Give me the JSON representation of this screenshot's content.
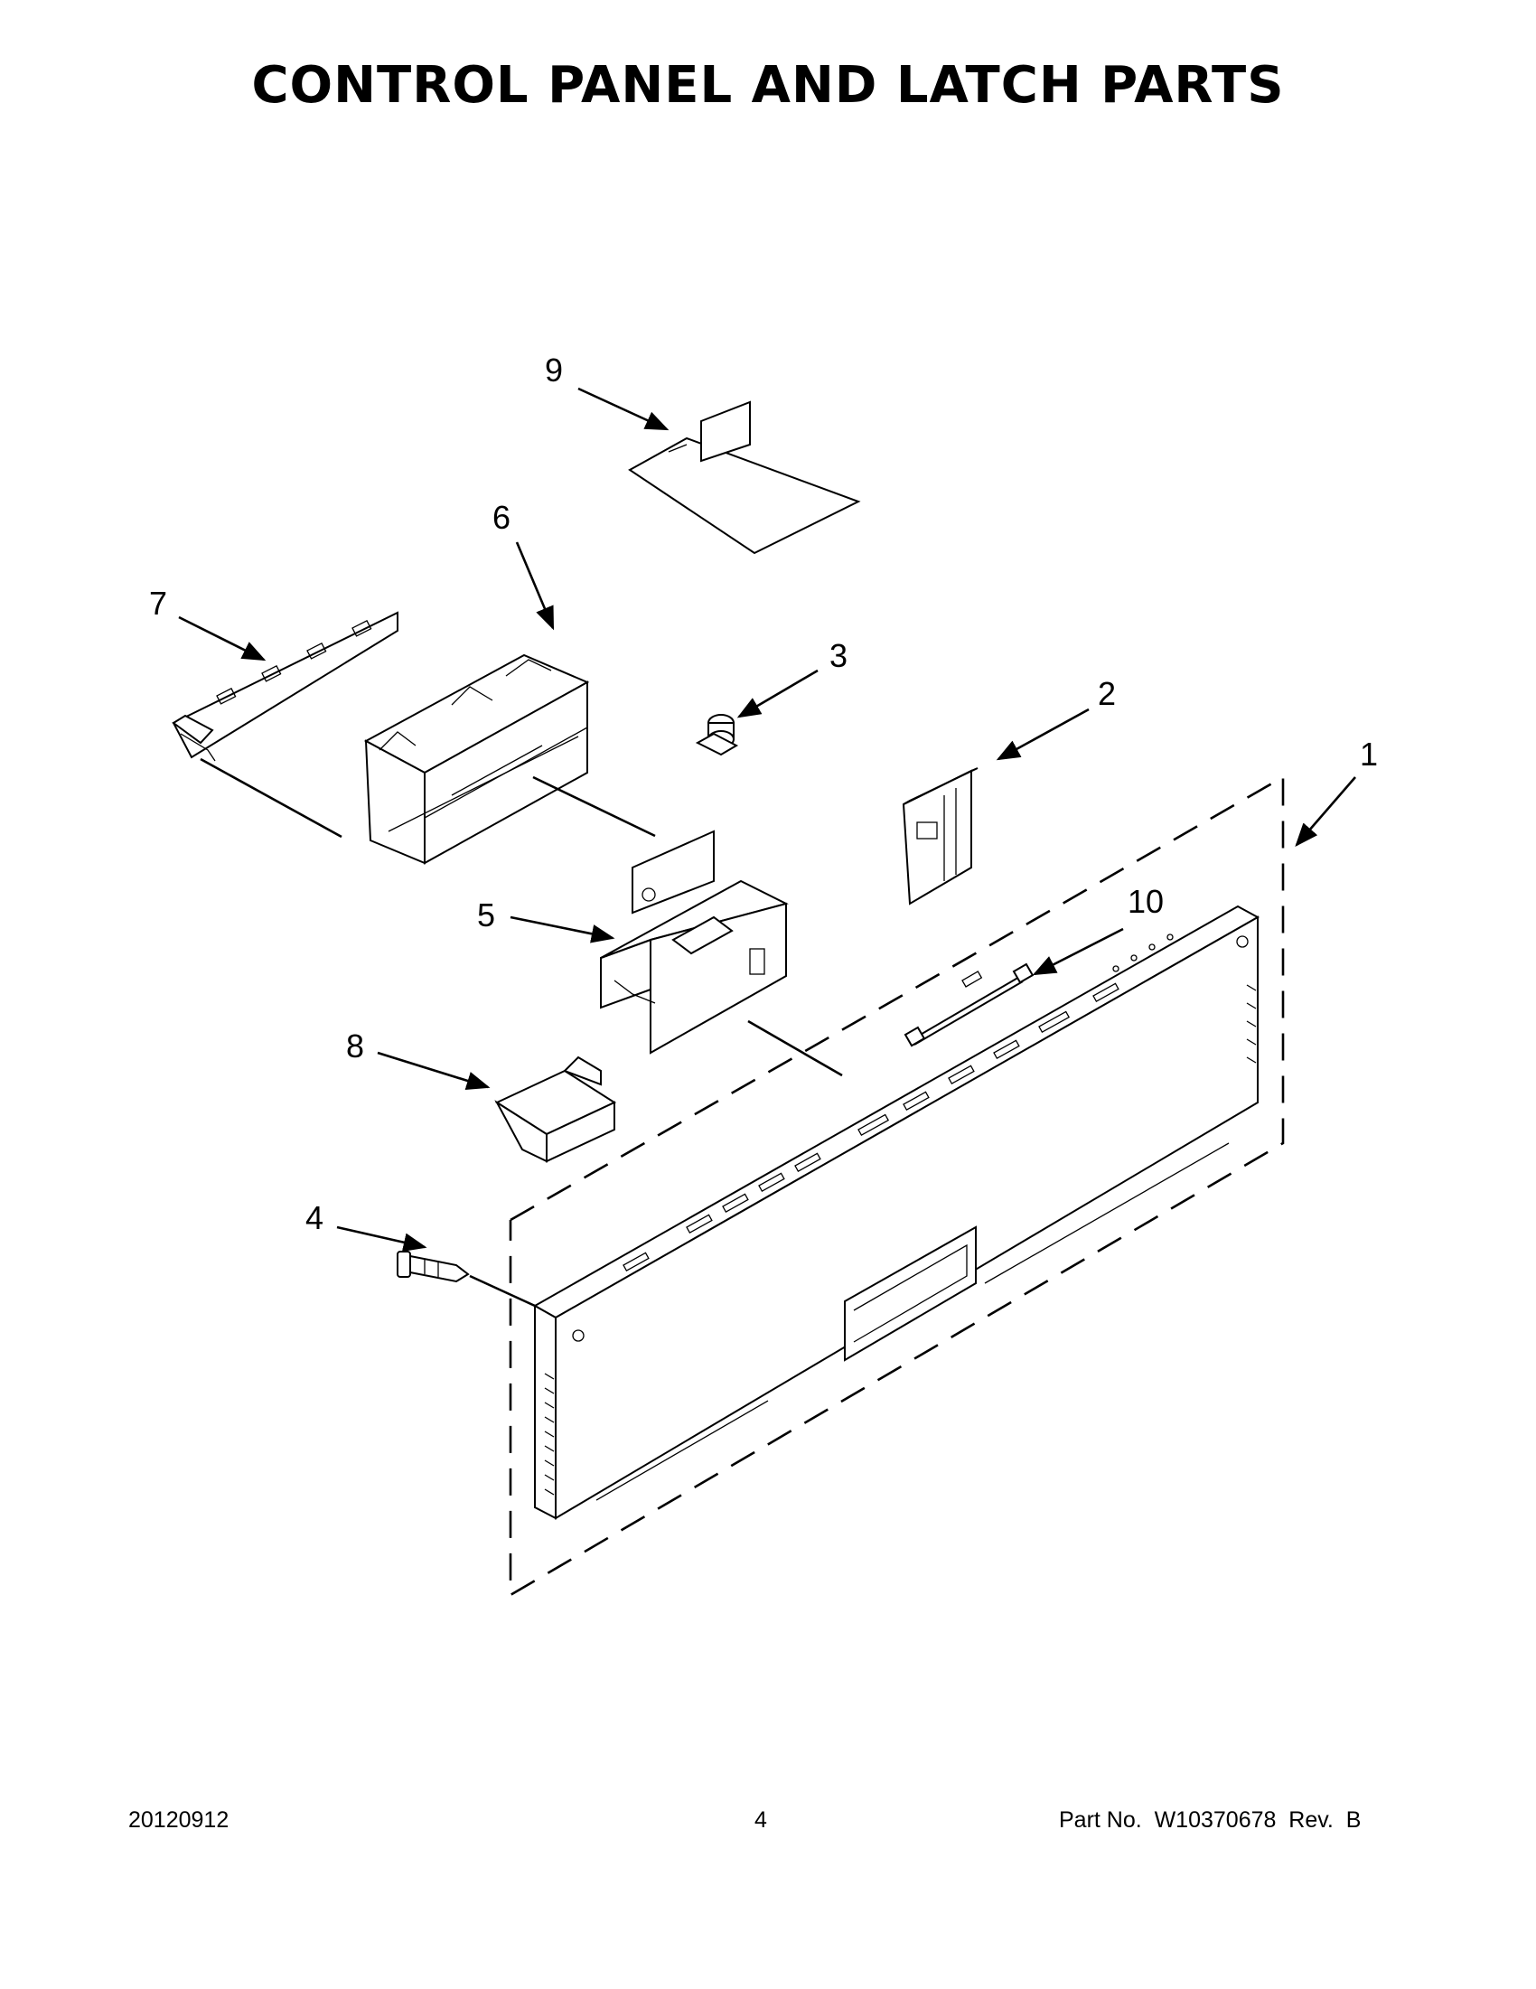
{
  "title": "CONTROL PANEL AND LATCH PARTS",
  "callouts": {
    "c1": "1",
    "c2": "2",
    "c3": "3",
    "c4": "4",
    "c5": "5",
    "c6": "6",
    "c7": "7",
    "c8": "8",
    "c9": "9",
    "c10": "10"
  },
  "footer": {
    "date": "20120912",
    "page": "4",
    "part_number": "Part No.  W10370678  Rev.  B"
  }
}
